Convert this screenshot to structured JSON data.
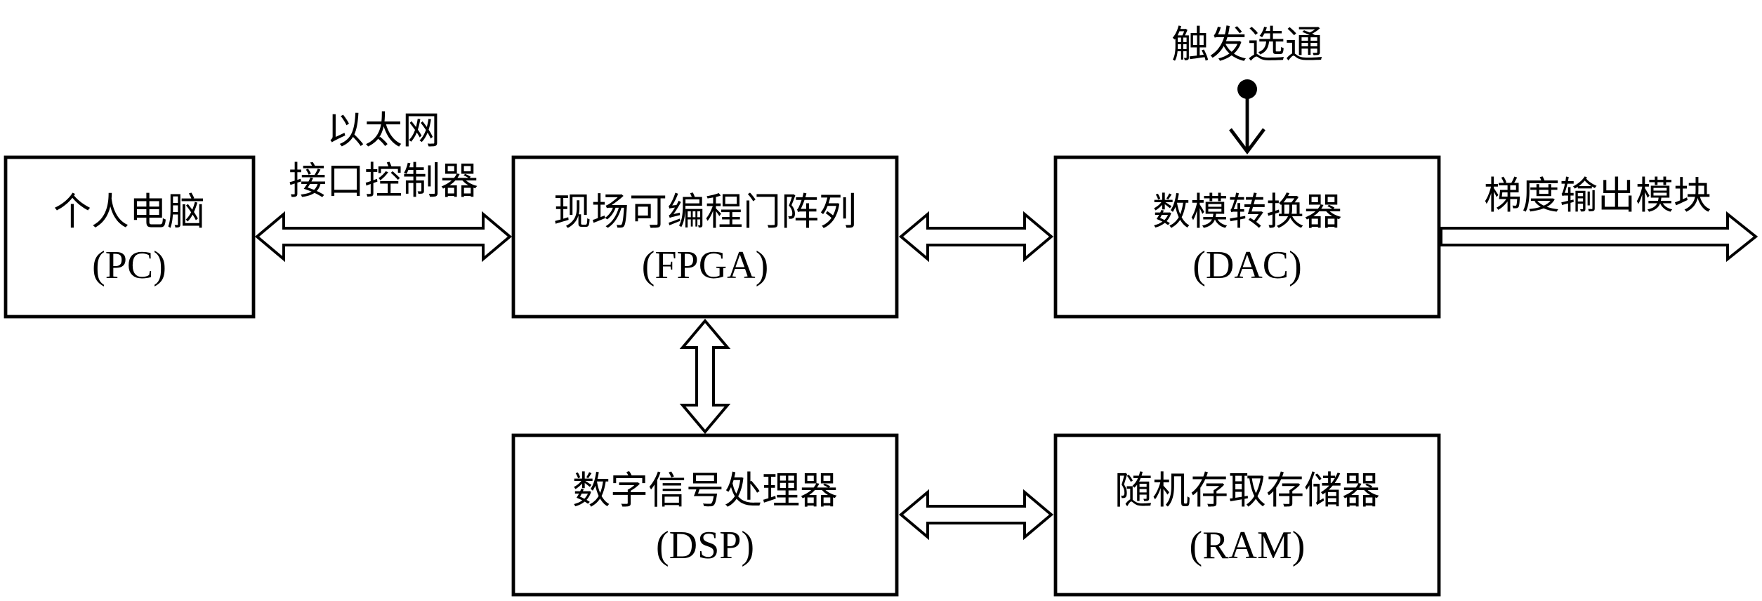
{
  "blocks": {
    "pc": {
      "name": "个人电脑",
      "abbr": "(PC)"
    },
    "fpga": {
      "name": "现场可编程门阵列",
      "abbr": "(FPGA)"
    },
    "dac": {
      "name": "数模转换器",
      "abbr": "(DAC)"
    },
    "dsp": {
      "name": "数字信号处理器",
      "abbr": "(DSP)"
    },
    "ram": {
      "name": "随机存取存储器",
      "abbr": "(RAM)"
    }
  },
  "labels": {
    "ethernet_line1": "以太网",
    "ethernet_line2": "接口控制器",
    "trigger": "触发选通",
    "gradient_output": "梯度输出模块"
  }
}
